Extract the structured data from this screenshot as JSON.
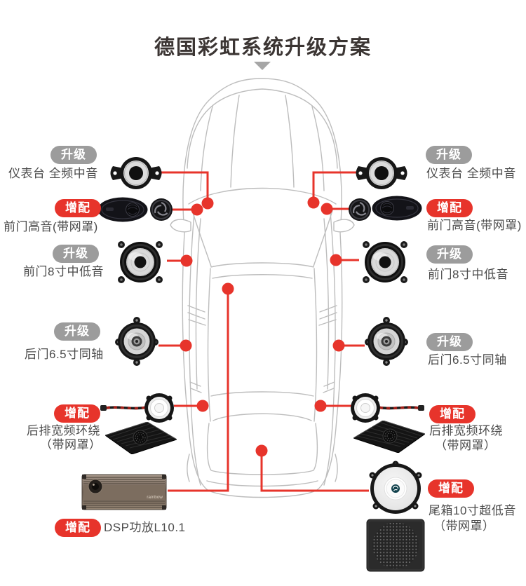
{
  "title": "德国彩虹系统升级方案",
  "colors": {
    "accent_red": "#e7342b",
    "badge_gray": "#9c9c9c",
    "car_outline": "#bdbdbd"
  },
  "labels": {
    "dash_left": {
      "badge": "升级",
      "line1": "仪表台 全频中音"
    },
    "front_tweeter_left": {
      "badge": "增配",
      "line1": "前门高音(带网罩)"
    },
    "front_woofer_left": {
      "badge": "升级",
      "line1": "前门8寸中低音"
    },
    "rear_coax_left": {
      "badge": "升级",
      "line1": "后门6.5寸同轴"
    },
    "rear_surround_left": {
      "badge": "增配",
      "line1": "后排宽频环绕",
      "line2": "（带网罩）"
    },
    "dsp": {
      "badge": "增配",
      "line1": "DSP功放L10.1"
    },
    "dash_right": {
      "badge": "升级",
      "line1": "仪表台 全频中音"
    },
    "front_tweeter_right": {
      "badge": "增配",
      "line1": "前门高音(带网罩)"
    },
    "front_woofer_right": {
      "badge": "升级",
      "line1": "前门8寸中低音"
    },
    "rear_coax_right": {
      "badge": "升级",
      "line1": "后门6.5寸同轴"
    },
    "rear_surround_right": {
      "badge": "增配",
      "line1": "后排宽频环绕",
      "line2": "（带网罩）"
    },
    "subwoofer": {
      "badge": "增配",
      "line1": "尾箱10寸超低音",
      "line2": "（带网罩）"
    }
  },
  "devices": {
    "amp_logo": "rainbow"
  }
}
